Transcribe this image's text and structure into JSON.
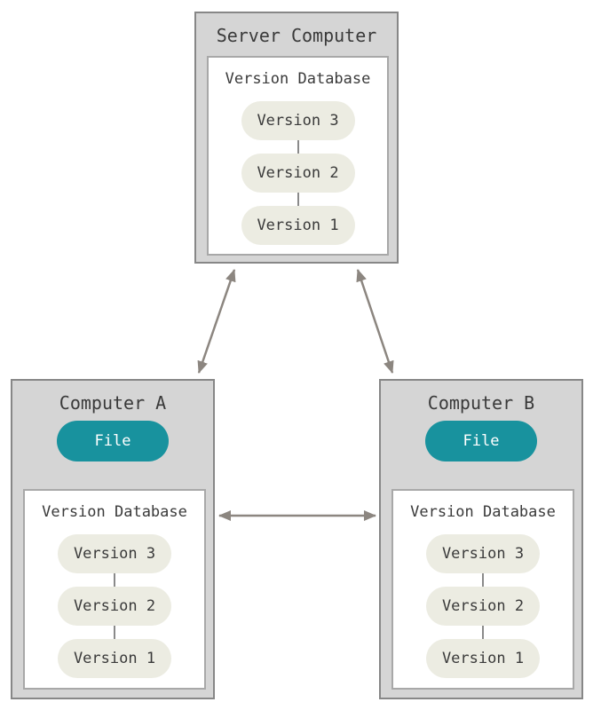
{
  "colors": {
    "box-fill": "#d5d5d5",
    "box-border": "#878787",
    "inner-fill": "#ffffff",
    "inner-border": "#a8a8a8",
    "pill-fill": "#ecece2",
    "teal": "#18929e",
    "arrow": "#8c8680",
    "text": "#3a3a3a",
    "file-text": "#ffffff",
    "connector": "#8a8a8a"
  },
  "server": {
    "title": "Server Computer",
    "database": {
      "label": "Version Database",
      "versions": [
        "Version 3",
        "Version 2",
        "Version 1"
      ]
    }
  },
  "computer_a": {
    "title": "Computer A",
    "file_label": "File",
    "database": {
      "label": "Version Database",
      "versions": [
        "Version 3",
        "Version 2",
        "Version 1"
      ]
    }
  },
  "computer_b": {
    "title": "Computer B",
    "file_label": "File",
    "database": {
      "label": "Version Database",
      "versions": [
        "Version 3",
        "Version 2",
        "Version 1"
      ]
    }
  }
}
